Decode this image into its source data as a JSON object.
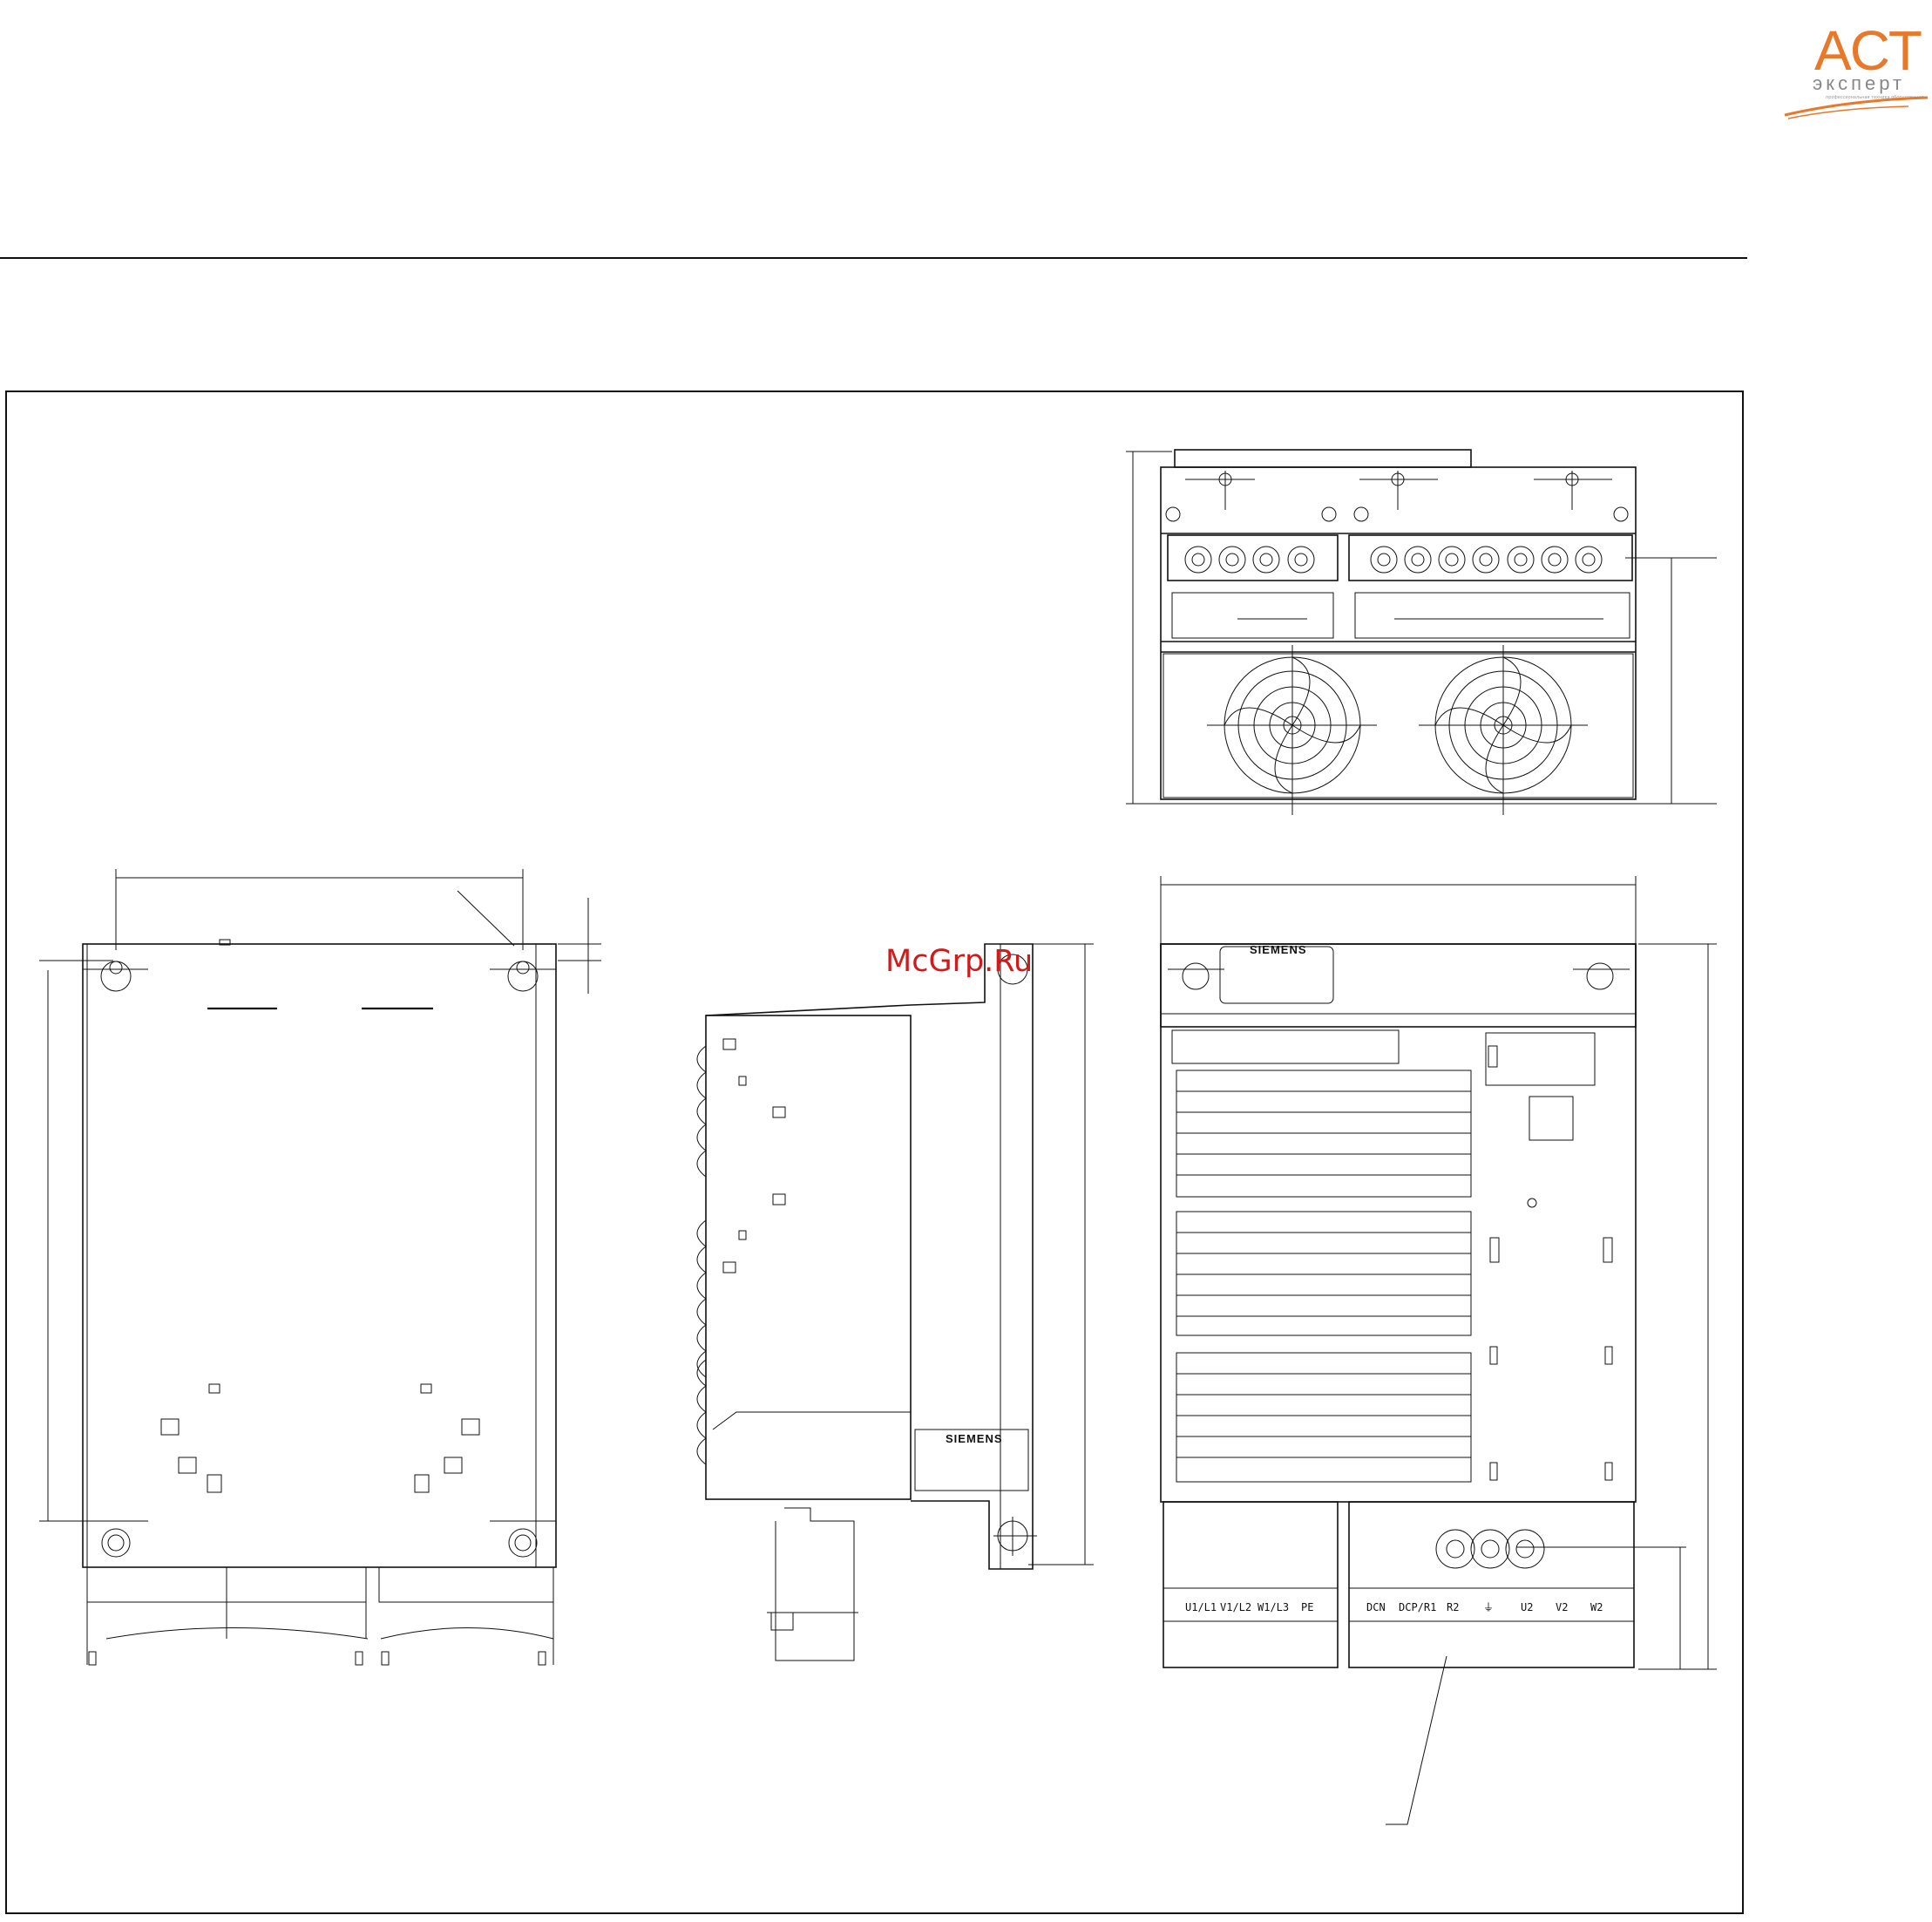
{
  "logo": {
    "main_text": "ACT",
    "sub_text": "эксперт",
    "tagline": "профессиональная техника оборудования",
    "accent_color": "#e8782a"
  },
  "watermark": {
    "text": "McGrp.Ru",
    "color": "#d21a1a"
  },
  "front_view": {
    "brand_top": "SIEMENS",
    "brand_side": "SIEMENS",
    "terminals_left": [
      "U1/L1",
      "V1/L2",
      "W1/L3",
      "PE"
    ],
    "terminals_right": [
      "DCN",
      "DCP/R1",
      "R2",
      "⏚",
      "U2",
      "V2",
      "W2"
    ]
  }
}
